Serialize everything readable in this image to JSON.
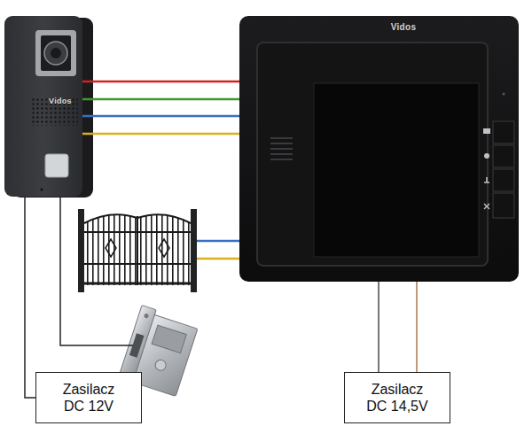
{
  "diagram": {
    "nodes": [
      {
        "text": [
          "Vidos"
        ]
      },
      {
        "text": [
          "Vidos"
        ]
      },
      {
        "text": [
          "Zasilacz DC 12V"
        ]
      },
      {
        "text": [
          "Zasilacz DC 14,5V"
        ]
      }
    ],
    "edges": [
      {
        "from": 0,
        "to": 1,
        "arrow": "none"
      },
      {
        "from": 0,
        "to": 1,
        "arrow": "none"
      },
      {
        "from": 0,
        "to": 1,
        "arrow": "none"
      },
      {
        "from": 0,
        "to": 1,
        "arrow": "none"
      },
      {
        "from": 0,
        "to": 2,
        "arrow": "none"
      },
      {
        "from": 1,
        "to": 3,
        "arrow": "none"
      },
      {
        "from": 1,
        "to": 3,
        "arrow": "none"
      }
    ]
  }
}
